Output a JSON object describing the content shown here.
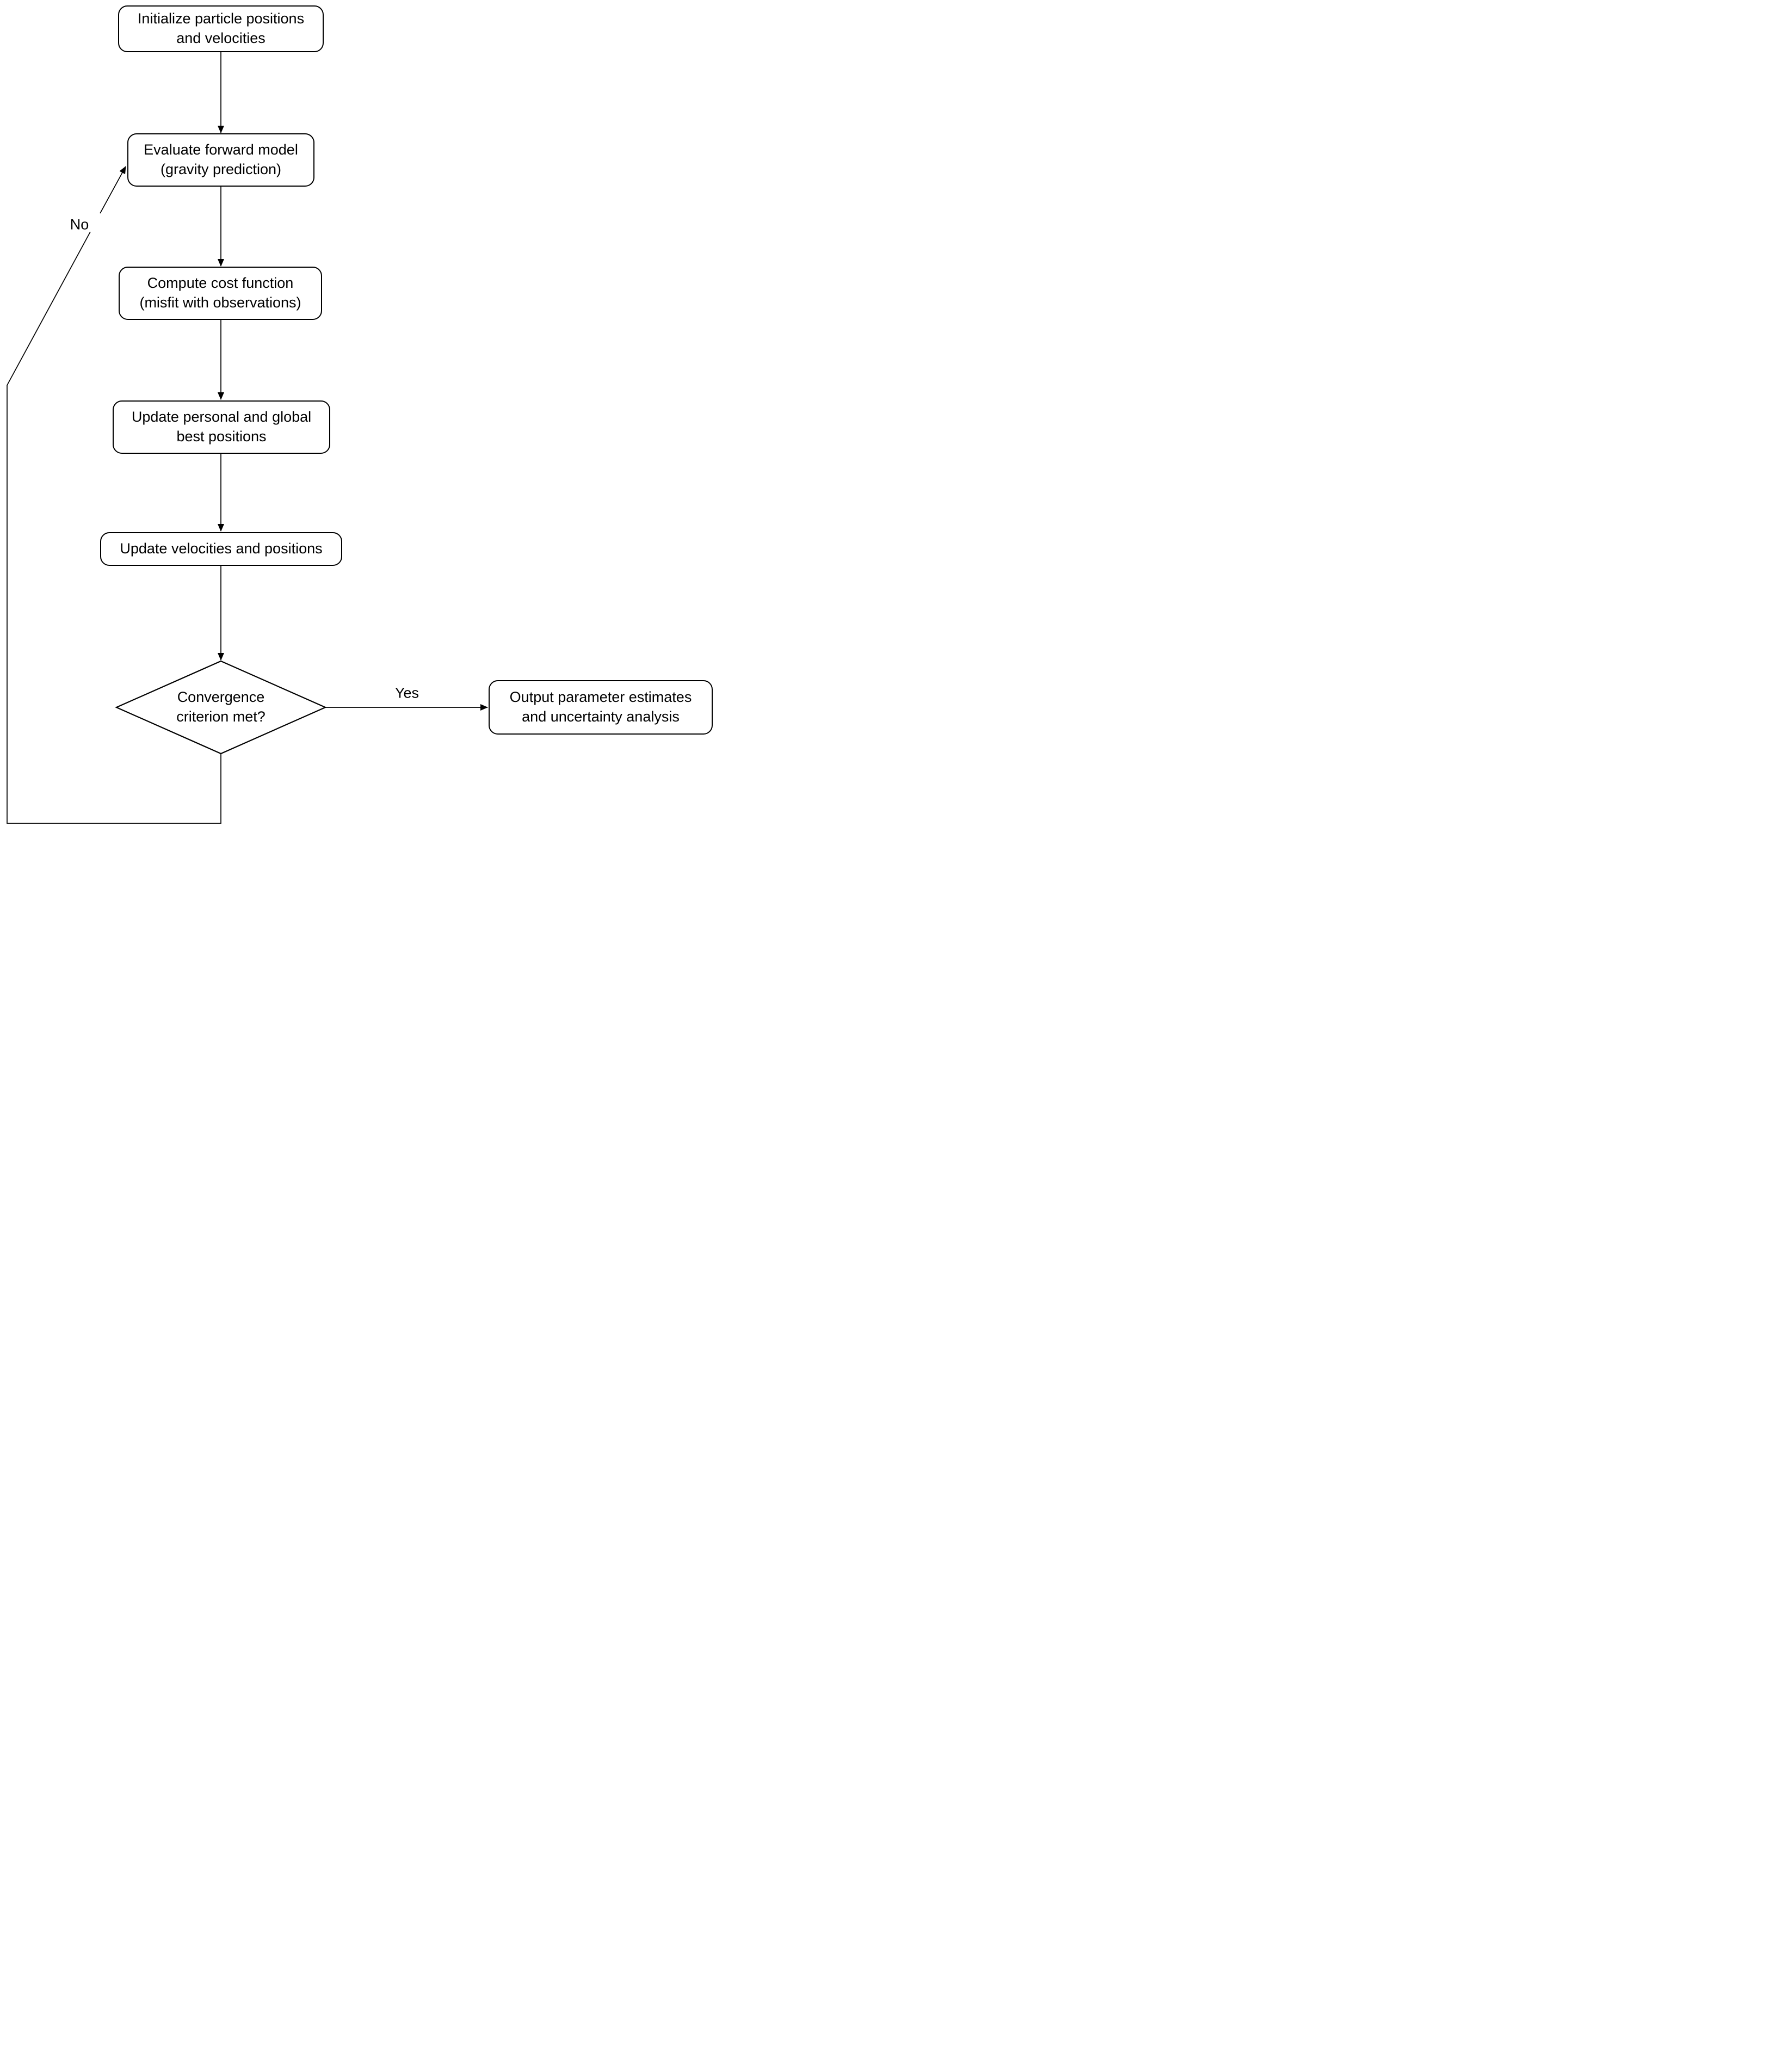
{
  "diagram": {
    "type": "flowchart",
    "colors": {
      "background": "#ffffff",
      "stroke": "#000000",
      "node_fill": "#ffffff",
      "text": "#000000"
    },
    "nodes": {
      "init": {
        "shape": "rounded-rectangle",
        "label": "Initialize particle positions and velocities",
        "lines": [
          "Initialize particle positions",
          "and velocities"
        ]
      },
      "evaluate": {
        "shape": "rounded-rectangle",
        "label": "Evaluate forward model (gravity prediction)",
        "lines": [
          "Evaluate forward model",
          "(gravity prediction)"
        ]
      },
      "cost": {
        "shape": "rounded-rectangle",
        "label": "Compute cost function (misfit with observations)",
        "lines": [
          "Compute cost function",
          "(misfit with observations)"
        ]
      },
      "best": {
        "shape": "rounded-rectangle",
        "label": "Update personal and global best positions",
        "lines": [
          "Update personal and global",
          "best positions"
        ]
      },
      "update": {
        "shape": "rounded-rectangle",
        "label": "Update velocities and positions",
        "lines": [
          "Update velocities and positions"
        ]
      },
      "decision": {
        "shape": "diamond",
        "label": "Convergence criterion met?",
        "lines": [
          "Convergence",
          "criterion met?"
        ]
      },
      "output": {
        "shape": "rounded-rectangle",
        "label": "Output parameter estimates and uncertainty analysis",
        "lines": [
          "Output parameter estimates",
          "and uncertainty analysis"
        ]
      }
    },
    "edges": [
      {
        "from": "init",
        "to": "evaluate",
        "label": ""
      },
      {
        "from": "evaluate",
        "to": "cost",
        "label": ""
      },
      {
        "from": "cost",
        "to": "best",
        "label": ""
      },
      {
        "from": "best",
        "to": "update",
        "label": ""
      },
      {
        "from": "update",
        "to": "decision",
        "label": ""
      },
      {
        "from": "decision",
        "to": "output",
        "label": "Yes"
      },
      {
        "from": "decision",
        "to": "evaluate",
        "label": "No"
      }
    ],
    "edge_labels": {
      "yes": "Yes",
      "no": "No"
    }
  }
}
